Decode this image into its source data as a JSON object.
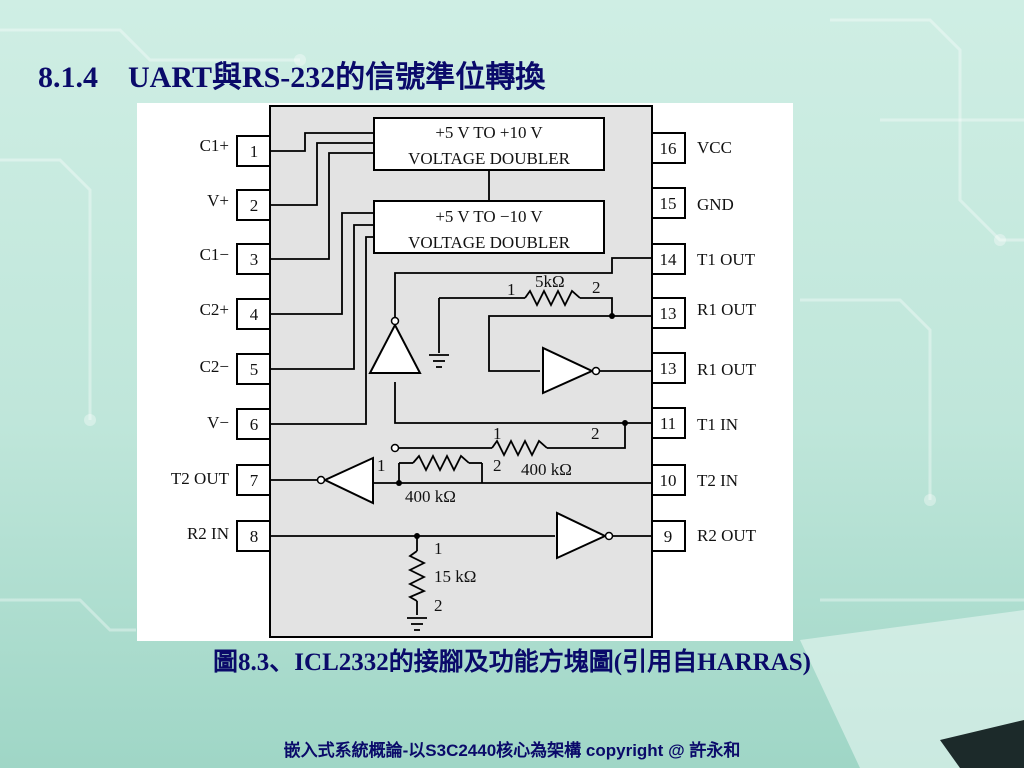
{
  "title": "8.1.4　UART與RS-232的信號準位轉換",
  "diagram": {
    "left_pins": [
      {
        "label": "C1+",
        "number": "1"
      },
      {
        "label": "V+",
        "number": "2"
      },
      {
        "label": "C1−",
        "number": "3"
      },
      {
        "label": "C2+",
        "number": "4"
      },
      {
        "label": "C2−",
        "number": "5"
      },
      {
        "label": "V−",
        "number": "6"
      },
      {
        "label": "T2 OUT",
        "number": "7"
      },
      {
        "label": "R2 IN",
        "number": "8"
      }
    ],
    "right_pins": [
      {
        "label": "VCC",
        "number": "16"
      },
      {
        "label": "GND",
        "number": "15"
      },
      {
        "label": "T1 OUT",
        "number": "14"
      },
      {
        "label": "R1 OUT",
        "number": "13"
      },
      {
        "label": "R1 OUT",
        "number": "13"
      },
      {
        "label": "T1 IN",
        "number": "11"
      },
      {
        "label": "T2 IN",
        "number": "10"
      },
      {
        "label": "R2 OUT",
        "number": "9"
      }
    ],
    "doubler1": {
      "line1": "+5 V  TO  +10 V",
      "line2": "VOLTAGE DOUBLER"
    },
    "doubler2": {
      "line1": "+5 V  TO  −10 V",
      "line2": "VOLTAGE DOUBLER"
    },
    "res_5k": {
      "value": "5kΩ",
      "end1": "1",
      "end2": "2"
    },
    "res_400k_top": {
      "value": "400 kΩ",
      "end1": "1",
      "end2": "2"
    },
    "res_400k_bottom": {
      "value": "400 kΩ",
      "end1": "1",
      "end2": "2"
    },
    "res_15k": {
      "value": "15 kΩ",
      "end1": "1",
      "end2": "2"
    }
  },
  "caption": "圖8.3、ICL2332的接腳及功能方塊圖(引用自HARRAS)",
  "footer": "嵌入式系統概論-以S3C2440核心為架構 copyright @ 許永和"
}
